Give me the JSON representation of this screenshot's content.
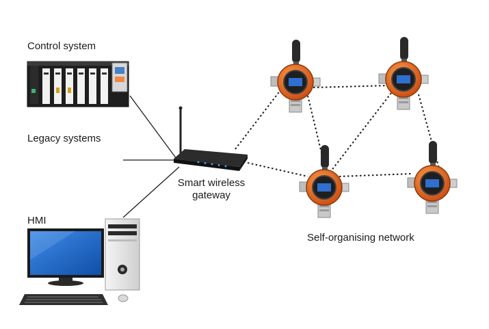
{
  "labels": {
    "control_system": "Control system",
    "legacy_systems": "Legacy systems",
    "gateway": "Smart wireless gateway",
    "hmi": "HMI",
    "network": "Self-organising network"
  },
  "colors": {
    "device_orange": "#e8641c",
    "device_dark": "#2a2a2a",
    "screen_blue": "#2e6fd0",
    "monitor_blue": "#1b63c8",
    "wire": "#1a1a1a"
  },
  "icons": {
    "control": "plc-rack-icon",
    "gateway": "wireless-router-icon",
    "hmi": "desktop-computer-icon",
    "sensor": "wireless-gas-detector-icon"
  }
}
